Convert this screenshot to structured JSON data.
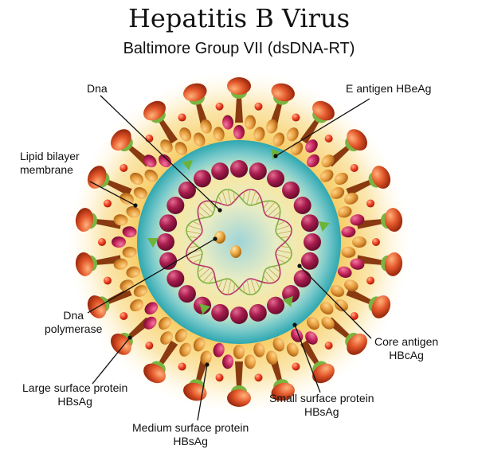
{
  "title": "Hepatitis B Virus",
  "subtitle": "Baltimore Group VII (dsDNA-RT)",
  "labels": {
    "dna": "Dna",
    "e_antigen": "E antigen HBeAg",
    "lipid": [
      "Lipid bilayer",
      "membrane"
    ],
    "dna_polymerase": [
      "Dna",
      "polymerase"
    ],
    "core_antigen": [
      "Core antigen",
      "HBcAg"
    ],
    "large_surface": [
      "Large surface protein",
      "HBsAg"
    ],
    "small_surface": [
      "Small surface protein",
      "HBsAg"
    ],
    "medium_surface": [
      "Medium surface protein",
      "HBsAg"
    ]
  },
  "colors": {
    "halo": "#f6c44a",
    "capsid": "#3fb5bb",
    "core": "#f3e6a8",
    "lipid": "#e39a3a",
    "lipid_alt": "#c4245a",
    "core_bead": "#a81d4e",
    "spike_stalk": "#8a3a10",
    "spike_cap": "#e2562a",
    "spike_base": "#78b540",
    "red_dot": "#ee3b1e",
    "e_antigen": "#6cb33a",
    "polymerase": "#e7a23a",
    "dna_strand_1": "#7cb342",
    "dna_strand_2": "#b8326a",
    "label_line": "#111111"
  }
}
